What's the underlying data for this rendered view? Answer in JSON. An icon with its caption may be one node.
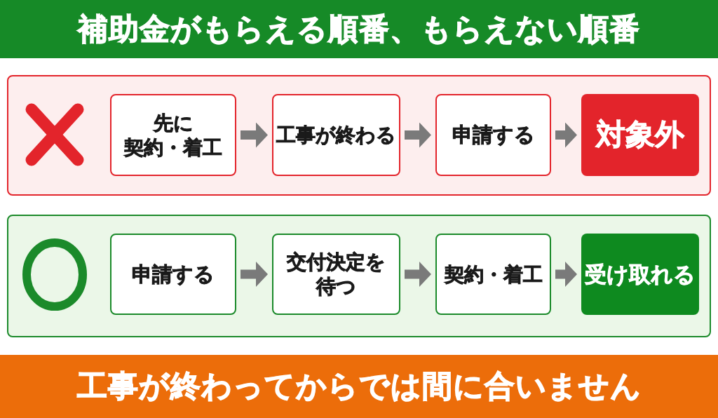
{
  "diagram": {
    "title": "補助金がもらえる順番、もらえない順番",
    "caption": "工事が終わってからでは間に合いません",
    "nodes": [
      {
        "text": [],
        "shape": "box"
      },
      {
        "text": [
          "先に契約・着工"
        ],
        "in": 0
      },
      {
        "text": [
          "工事が終わる"
        ],
        "in": 0
      },
      {
        "text": [
          "申請する"
        ],
        "in": 0
      },
      {
        "text": [
          "対象外"
        ],
        "in": 0
      },
      {
        "text": [],
        "shape": "box"
      },
      {
        "text": [
          "申請する"
        ],
        "in": 5
      },
      {
        "text": [
          "交付決定を待つ"
        ],
        "in": 5
      },
      {
        "text": [
          "契約・着工"
        ],
        "in": 5
      },
      {
        "text": [
          "受け取れる"
        ],
        "in": 5
      }
    ],
    "edges": [
      {
        "from": 1,
        "to": 2,
        "arrow": "to"
      },
      {
        "from": 2,
        "to": 3,
        "arrow": "to"
      },
      {
        "from": 3,
        "to": 4,
        "arrow": "to"
      },
      {
        "from": 6,
        "to": 7,
        "arrow": "to"
      },
      {
        "from": 7,
        "to": 8,
        "arrow": "to"
      },
      {
        "from": 8,
        "to": 9,
        "arrow": "to"
      }
    ]
  }
}
